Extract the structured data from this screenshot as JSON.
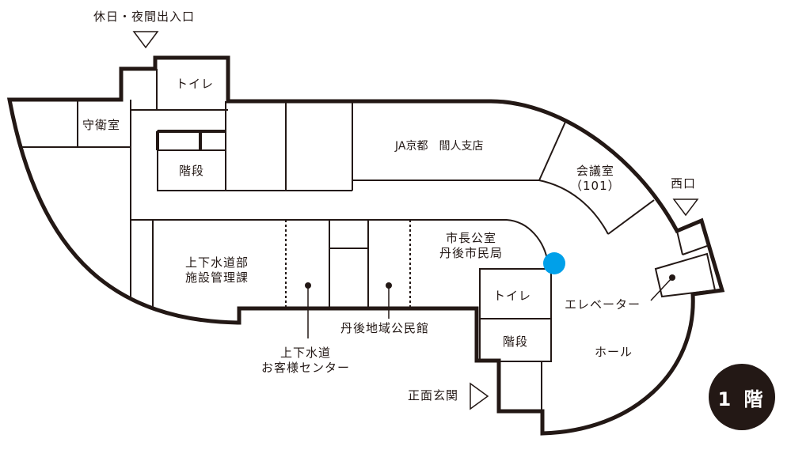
{
  "floor_badge": {
    "label": "1 階"
  },
  "location_marker": {
    "color": "#00a0e9"
  },
  "entrances": {
    "holiday_night": "休日・夜間出入口",
    "west": "西口",
    "main": "正面玄関"
  },
  "rooms": {
    "guard_room": "守衛室",
    "toilet_north": "トイレ",
    "stairs_north": "階段",
    "ja_branch": "JA京都　間人支店",
    "meeting_room": {
      "line1": "会議室",
      "line2": "（101）"
    },
    "water_facility": {
      "line1": "上下水道部",
      "line2": "施設管理課"
    },
    "mayor_office": {
      "line1": "市長公室",
      "line2": "丹後市民局"
    },
    "toilet_south": "トイレ",
    "stairs_south": "階段",
    "hall": "ホール"
  },
  "callouts": {
    "elevator": "エレベーター",
    "community_hall": "丹後地域公民館",
    "water_customer_center": {
      "line1": "上下水道",
      "line2": "お客様センター"
    }
  },
  "colors": {
    "line": "#231815",
    "marker": "#00a0e9",
    "badge_bg": "#231815",
    "badge_text": "#ffffff"
  }
}
